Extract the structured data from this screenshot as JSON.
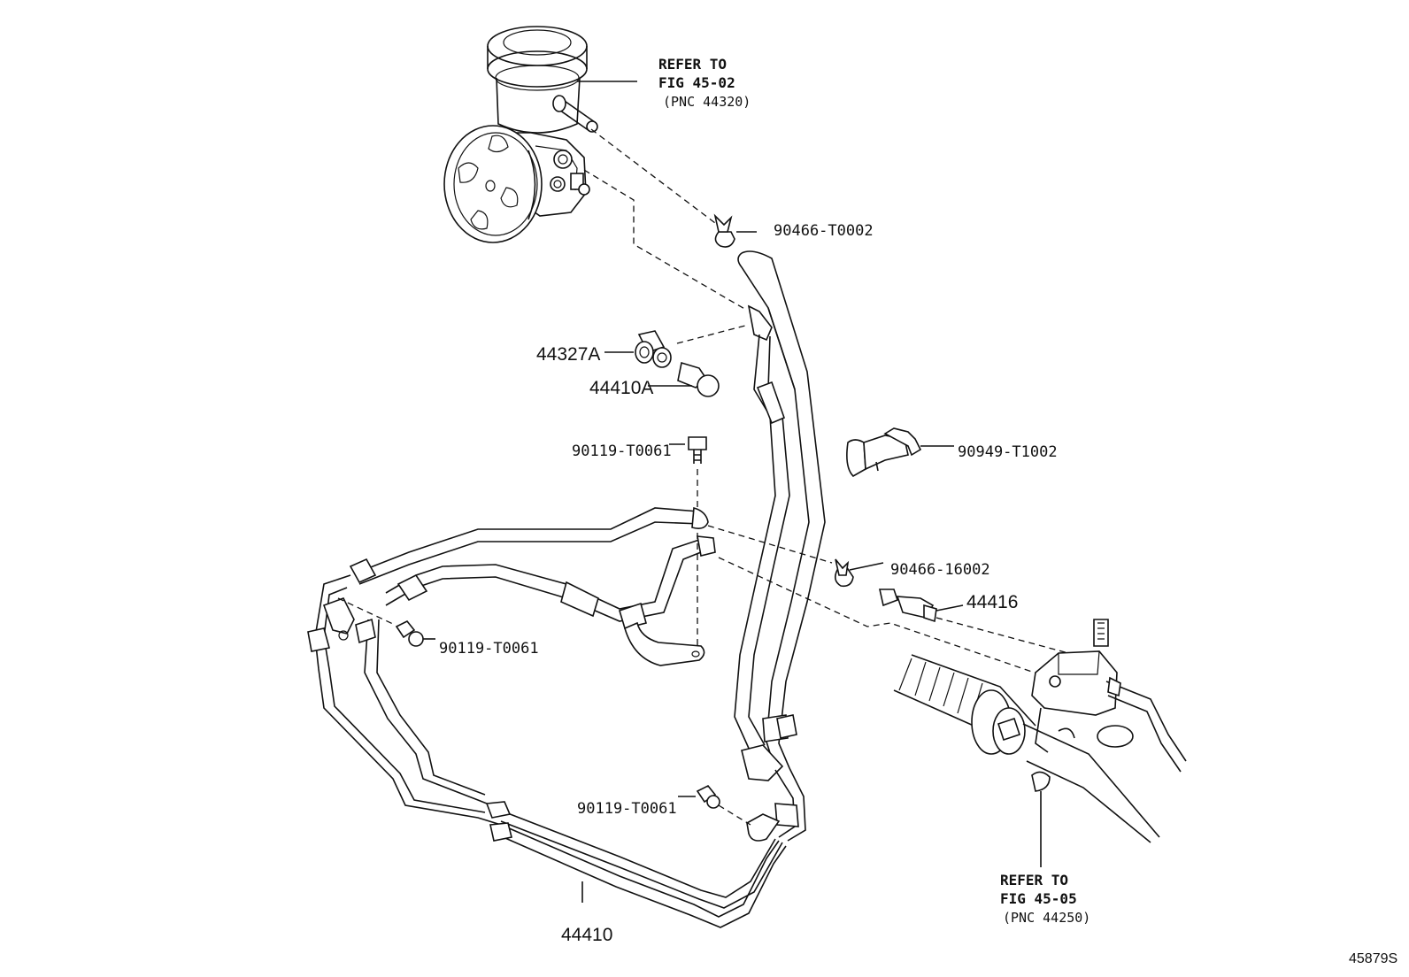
{
  "refs": {
    "top": {
      "line1": "REFER TO",
      "line2": "FIG 45-02",
      "line3": "(PNC 44320)"
    },
    "bottom": {
      "line1": "REFER TO",
      "line2": "FIG 45-05",
      "line3": "(PNC 44250)"
    }
  },
  "labels": {
    "hose_clamp_upper": "90466-T0002",
    "gasket": "44327A",
    "union_bolt": "44410A",
    "bolt_upper": "90119-T0061",
    "clamp_bracket": "90949-T1002",
    "hose_clamp_lower": "90466-16002",
    "union": "44416",
    "bolt_left": "90119-T0061",
    "bolt_lower": "90119-T0061",
    "pressure_tube": "44410"
  },
  "figure_id": "45879S"
}
